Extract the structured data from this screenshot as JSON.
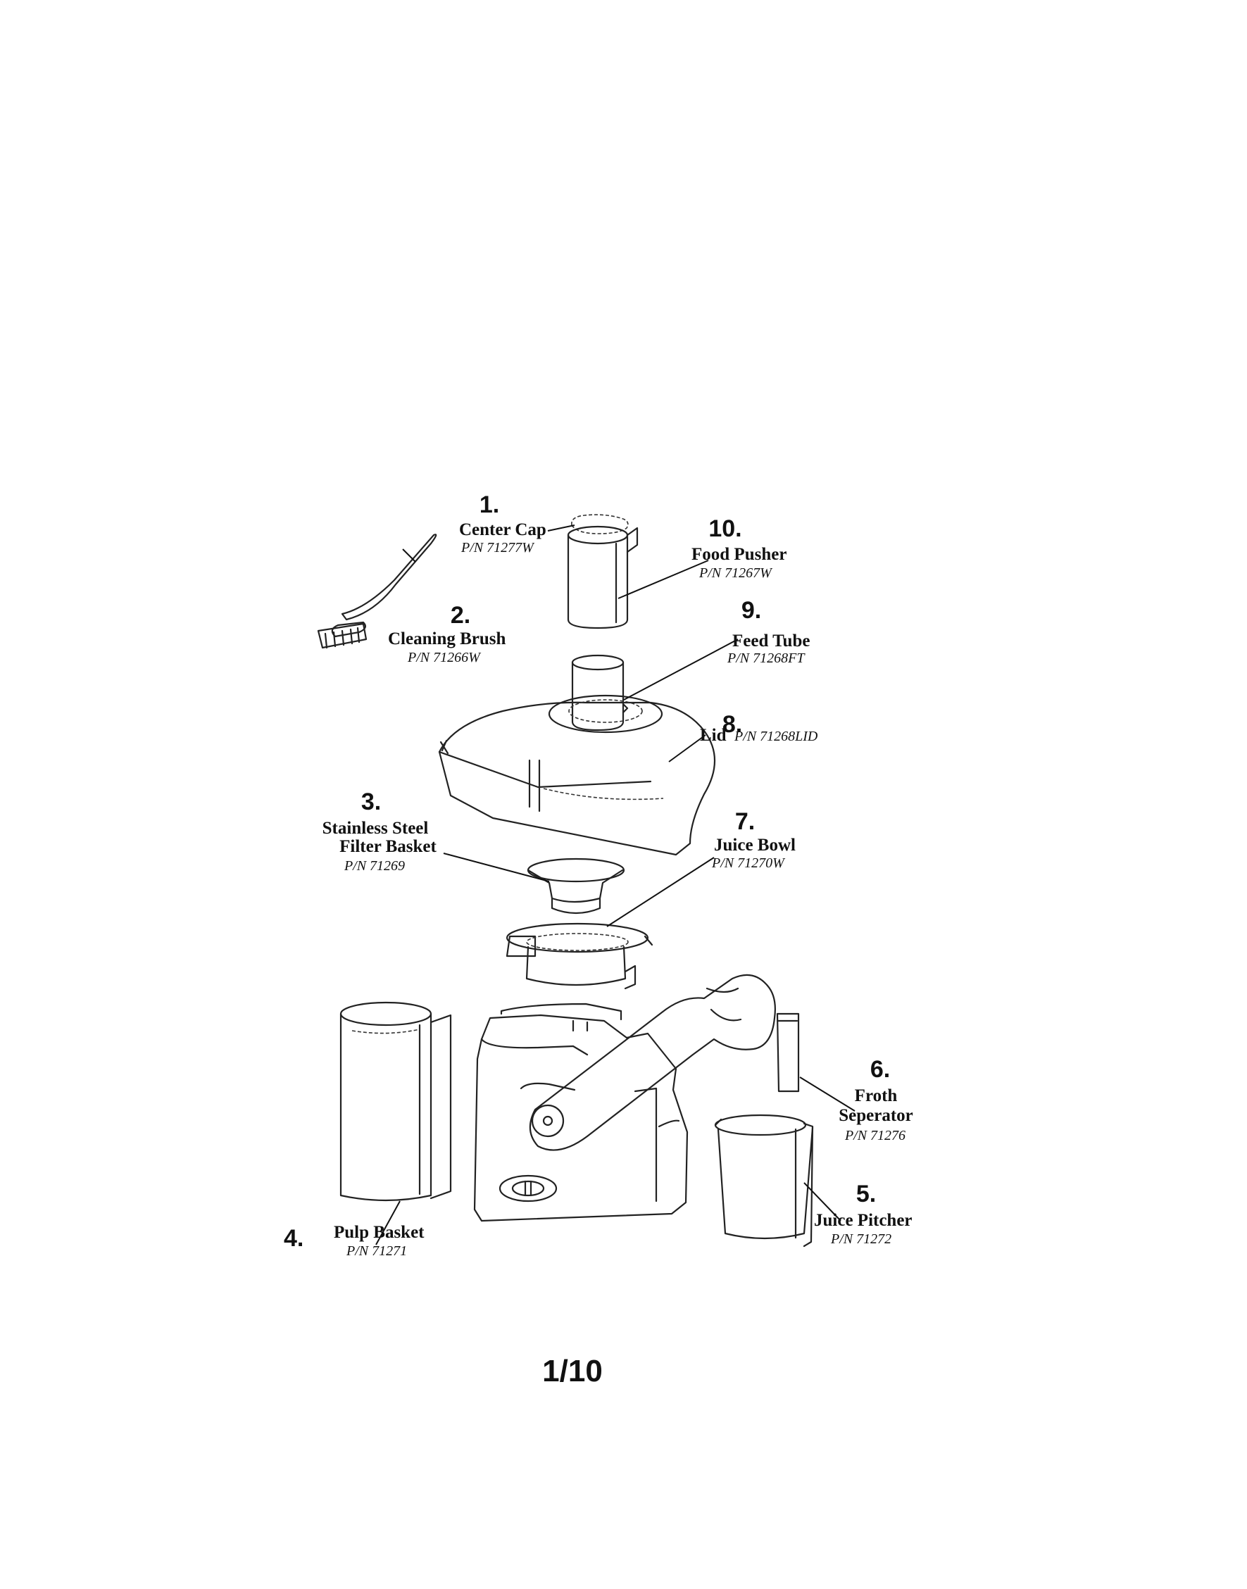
{
  "parts": [
    {
      "id": "center-cap",
      "number": "1.",
      "name": "Center Cap",
      "pn": "P/N 71277W"
    },
    {
      "id": "cleaning-brush",
      "number": "2.",
      "name": "Cleaning Brush",
      "pn": "P/N 71266W"
    },
    {
      "id": "filter-basket",
      "number": "3.",
      "name_line1": "Stainless Steel",
      "name_line2": "Filter Basket",
      "pn": "P/N 71269"
    },
    {
      "id": "pulp-basket",
      "number": "4.",
      "name": "Pulp Basket",
      "pn": "P/N 71271"
    },
    {
      "id": "juice-pitcher",
      "number": "5.",
      "name": "Juice Pitcher",
      "pn": "P/N 71272"
    },
    {
      "id": "froth-separator",
      "number": "6.",
      "name_line1": "Froth",
      "name_line2": "Seperator",
      "pn": "P/N 71276"
    },
    {
      "id": "juice-bowl",
      "number": "7.",
      "name": "Juice Bowl",
      "pn": "P/N 71270W"
    },
    {
      "id": "lid",
      "number": "8.",
      "name": "Lid",
      "pn": "P/N 71268LID"
    },
    {
      "id": "feed-tube",
      "number": "9.",
      "name": "Feed Tube",
      "pn": "P/N 71268FT"
    },
    {
      "id": "food-pusher",
      "number": "10.",
      "name": "Food Pusher",
      "pn": "P/N 71267W"
    }
  ],
  "page_number": "1/10"
}
